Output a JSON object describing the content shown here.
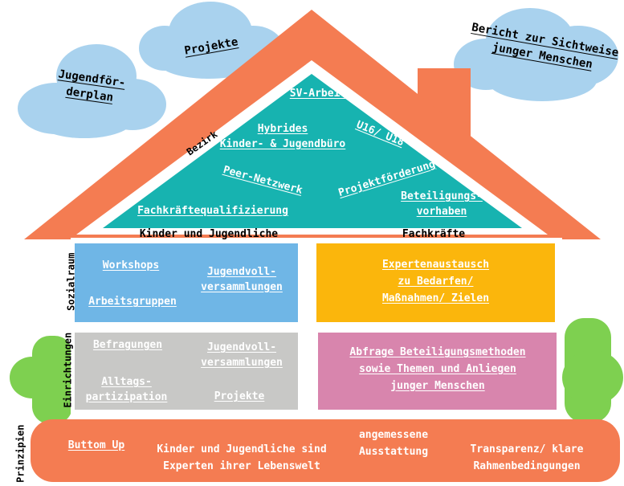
{
  "clouds": {
    "jugendfoerderplan": "Jugendför-\nderplan",
    "projekte": "Projekte",
    "bericht": "Bericht zur Sichtweise\njunger Menschen"
  },
  "roof": {
    "bezirk": "Bezirk",
    "items": {
      "sv_arbeit": "SV-Arbeit",
      "hybrides": "Hybrides\nKinder- & Jugendbüro",
      "u16_u18": "U16/ U18",
      "peer_netzwerk": "Peer-Netzwerk",
      "projektfoerderung": "Projektförderung",
      "beteiligungsvorhaben": "Beteiligungs-\nvorhaben",
      "fachkraeftequalifizierung": "Fachkräftequalifizierung"
    }
  },
  "columns": {
    "kinder": "Kinder und Jugendliche",
    "fachkraefte": "Fachkräfte"
  },
  "rows": {
    "sozialraum": "Sozialraum",
    "einrichtungen": "Einrichtungen",
    "prinzipien": "Prinzipien"
  },
  "sozialraum_kinder": {
    "workshops": "Workshops",
    "jugendversammlungen": "Jugendvoll-\nversammlungen",
    "arbeitsgruppen": "Arbeitsgruppen"
  },
  "sozialraum_fach": {
    "expertenaustausch": "Expertenaustausch\nzu Bedarfen/\nMaßnahmen/ Zielen"
  },
  "einrichtungen_kinder": {
    "befragungen": "Befragungen",
    "jugendversammlungen": "Jugendvoll-\nversammlungen",
    "alltagspartizipation": "Alltags-\npartizipation",
    "projekte": "Projekte"
  },
  "einrichtungen_fach": {
    "abfrage": "Abfrage Beteiligungsmethoden\nsowie Themen und Anliegen\njunger Menschen"
  },
  "prinzipien": {
    "buttom_up": "Buttom Up",
    "experten": "Kinder und Jugendliche sind\nExperten ihrer Lebenswelt",
    "ausstattung": "angemessene\nAusstattung",
    "transparenz": "Transparenz/ klare\nRahmenbedingungen"
  },
  "colors": {
    "roof": "#F47C52",
    "triangle": "#17B3B0",
    "cloud": "#A9D2EE",
    "bush": "#7ED050",
    "sozialraum_kinder": "#6FB6E6",
    "sozialraum_fach": "#FBB60C",
    "einrichtungen_kinder": "#C8C8C6",
    "einrichtungen_fach": "#D885AD",
    "prinzipien": "#F47C52"
  }
}
